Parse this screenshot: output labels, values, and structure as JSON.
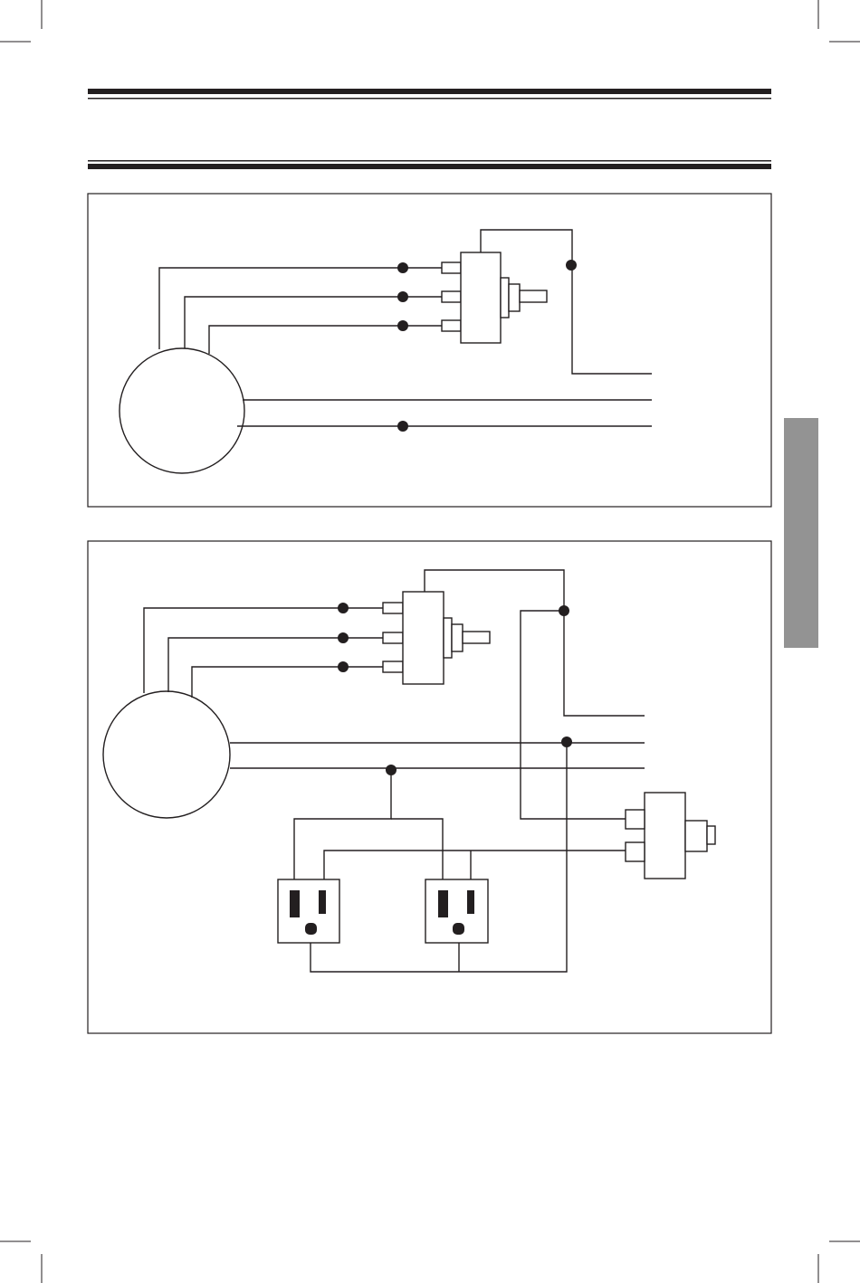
{
  "page": {
    "colors": {
      "ink": "#231f20",
      "paper": "#ffffff",
      "side_tab": "#939393"
    }
  },
  "diagrams": [
    {
      "components": [
        "motor-circle",
        "three-position-switch",
        "output-leads"
      ]
    },
    {
      "components": [
        "motor-circle",
        "three-position-switch",
        "toggle-switch",
        "duplex-receptacles",
        "output-leads"
      ]
    }
  ]
}
